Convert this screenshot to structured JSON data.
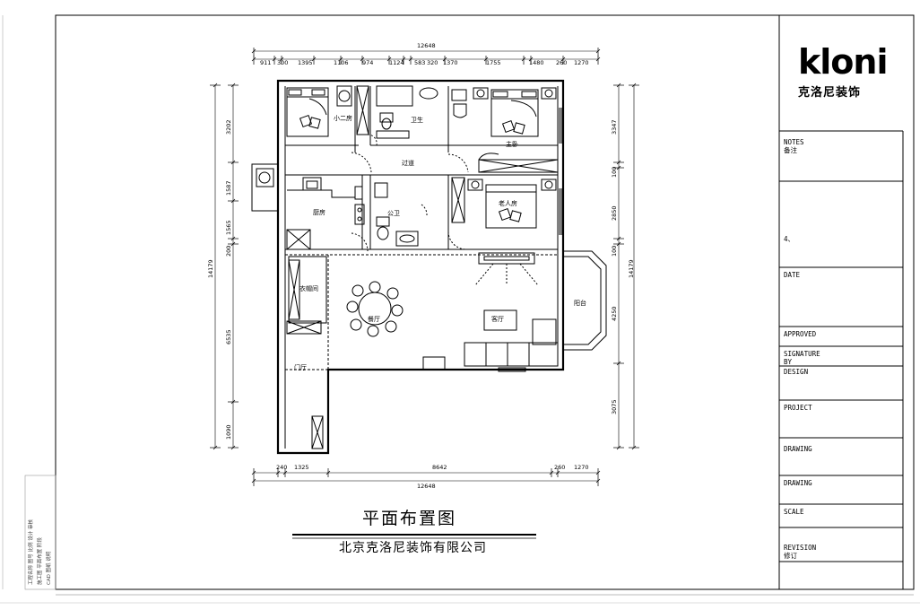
{
  "brand": {
    "logo_text": "kloni",
    "logo_sub": "克洛尼装饰"
  },
  "drawing": {
    "title": "平面布置图",
    "company": "北京克洛尼装饰有限公司"
  },
  "dimensions": {
    "top_total": "12648",
    "top_segments": [
      "911",
      "300",
      "1395",
      "1106",
      "974",
      "1124",
      "583",
      "320",
      "1370",
      "1755",
      "1480",
      "260",
      "1270"
    ],
    "bottom_total": "12648",
    "bottom_segments": [
      "240",
      "1325",
      "8642",
      "260",
      "1270"
    ],
    "left_total": "14179",
    "left_segments": [
      "3202",
      "1587",
      "1565",
      "200",
      "6535",
      "1090"
    ],
    "right_total": "14179",
    "right_segments": [
      "3347",
      "100",
      "2850",
      "100",
      "4250",
      "3075"
    ]
  },
  "rooms": {
    "second_bedroom": "小二房",
    "bathroom_top": "卫生",
    "master_bedroom": "主卧",
    "corridor": "过道",
    "elder_room": "老人房",
    "kitchen": "厨房",
    "toilet2": "公卫",
    "dining": "餐厅",
    "living": "客厅",
    "balcony": "阳台",
    "cloak": "衣帽间",
    "entry": "门厅"
  },
  "title_block": {
    "notes": "NOTES",
    "notes_cn": "备注",
    "four": "4、",
    "date": "DATE",
    "approved": "APPROVED",
    "signature": "SIGNATURE",
    "by": "BY",
    "design": "DESIGN",
    "project": "PROJECT",
    "drawing1": "DRAWING",
    "drawing2": "DRAWING",
    "scale": "SCALE",
    "revision": "REVISION",
    "revision_cn": "修订"
  },
  "side_notes": {
    "line1": "工程名称 图号 比例 设计 审核",
    "line2": "施工图 平面布置 阶段",
    "line3": "CAD 图纸 说明"
  }
}
